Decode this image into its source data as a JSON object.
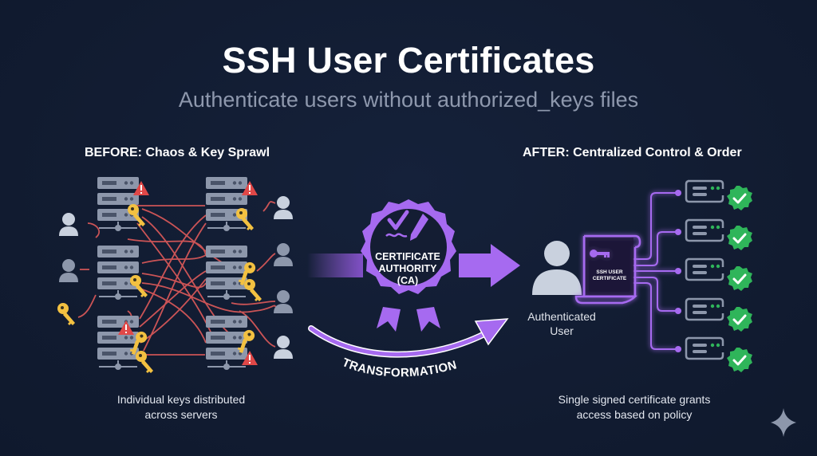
{
  "header": {
    "title": "SSH User Certificates",
    "subtitle": "Authenticate users without authorized_keys files"
  },
  "before": {
    "heading": "BEFORE: Chaos & Key Sprawl",
    "caption_line1": "Individual keys distributed",
    "caption_line2": "across servers",
    "icons": [
      "server-rack-icon",
      "warning-icon",
      "key-icon",
      "user-icon"
    ],
    "server_racks": 6,
    "users": 6,
    "loose_keys": 1
  },
  "center": {
    "ca_line1": "CERTIFICATE",
    "ca_line2": "AUTHORITY",
    "ca_line3": "(CA)",
    "arrow_label": "TRANSFORMATION",
    "icons": [
      "badge-icon",
      "checkmark-icon",
      "pen-icon",
      "arrow-right-icon",
      "curved-arrow-icon"
    ]
  },
  "after": {
    "heading": "AFTER: Centralized Control & Order",
    "user_label_line1": "Authenticated",
    "user_label_line2": "User",
    "certificate_line1": "SSH USER",
    "certificate_line2": "CERTIFICATE",
    "caption_line1": "Single signed certificate grants",
    "caption_line2": "access based on policy",
    "servers": 5,
    "icons": [
      "user-icon",
      "certificate-scroll-icon",
      "key-icon",
      "server-icon",
      "check-badge-icon"
    ]
  },
  "colors": {
    "background": "#121d33",
    "accent_purple": "#a66af0",
    "sprawl_red": "#e05a5a",
    "key_yellow": "#f3c141",
    "warning_red": "#e04848",
    "success_green": "#2fb55a",
    "server_gray": "#8d97ab",
    "subtitle_gray": "#8e98ad"
  },
  "watermark": {
    "icon": "sparkle-icon"
  }
}
